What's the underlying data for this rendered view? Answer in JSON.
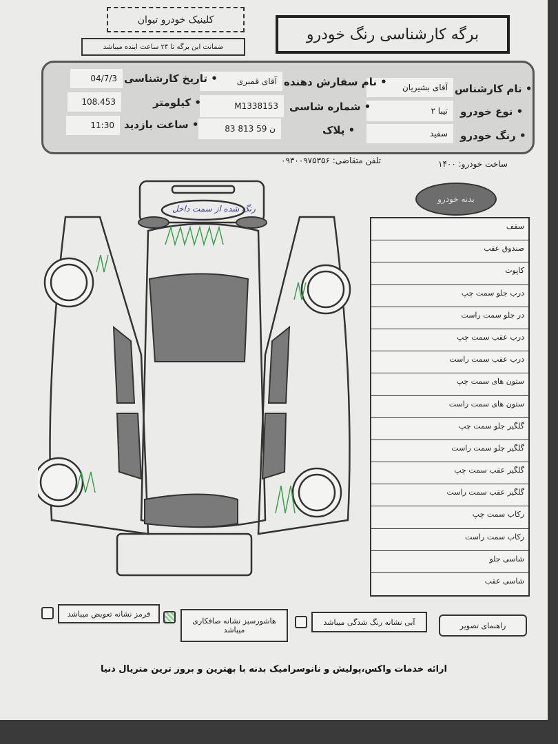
{
  "header": {
    "title": "برگه کارشناسی رنگ خودرو",
    "clinic": "کلینیک خودرو تیوان",
    "guarantee": "ضمانت این برگه تا ۲۴ ساعت اینده میباشد"
  },
  "info": {
    "expert_label": "• نام کارشناس",
    "expert": "آقای بشیریان",
    "car_type_label": "• نوع خودرو",
    "car_type": "تیبا ۲",
    "car_color_label": "• رنگ خودرو",
    "car_color": "سفید",
    "client_label": "• نام سفارش دهنده",
    "client": "آقای قمبری",
    "chassis_label": "• شماره شاسی",
    "chassis": "M1338153",
    "plate_label": "• پلاک",
    "plate": "83 813 ن 59",
    "date_label": "• تاریخ کارشناسی",
    "date": "04/7/3",
    "km_label": "• کیلومتر",
    "km": "108.453",
    "time_label": "• ساعت بازدید",
    "time": "11:30"
  },
  "meta": {
    "build_year": "ساخت خودرو: ۱۴۰۰",
    "phone": "تلفن متقاضی: ۰۹۳۰۰۹۷۵۳۵۶"
  },
  "body": {
    "title": "بدنه خودرو",
    "parts": [
      "سقف",
      "صندوق عقب",
      "کاپوت",
      "درب جلو سمت چپ",
      "در جلو سمت راست",
      "درب عقب سمت چپ",
      "درب عقب سمت راست",
      "ستون های سمت چپ",
      "ستون های سمت راست",
      "گلگیر جلو سمت چپ",
      "گلگیر جلو سمت راست",
      "گلگیر عقب سمت چپ",
      "گلگیر عقب سمت راست",
      "رکاب سمت چپ",
      "رکاب سمت راست",
      "شاسی جلو",
      "شاسی عقب"
    ]
  },
  "diagram": {
    "handwritten_note": "رنگ شده از سمت داخل",
    "hatch_color": "#3aa04a",
    "pen_color": "#3a3aa0"
  },
  "legend": {
    "guide": "راهنمای تصویر",
    "blue": "آبی نشانه رنگ شدگی میباشد",
    "green": "هاشورسبز نشانه صافکاری میباشد",
    "red": "قرمز نشانه تعویض میباشد"
  },
  "footer": "ارائه خدمات واکس،پولیش و نانوسرامیک بدنه با بهترین و بروز ترین متریال دنیا"
}
